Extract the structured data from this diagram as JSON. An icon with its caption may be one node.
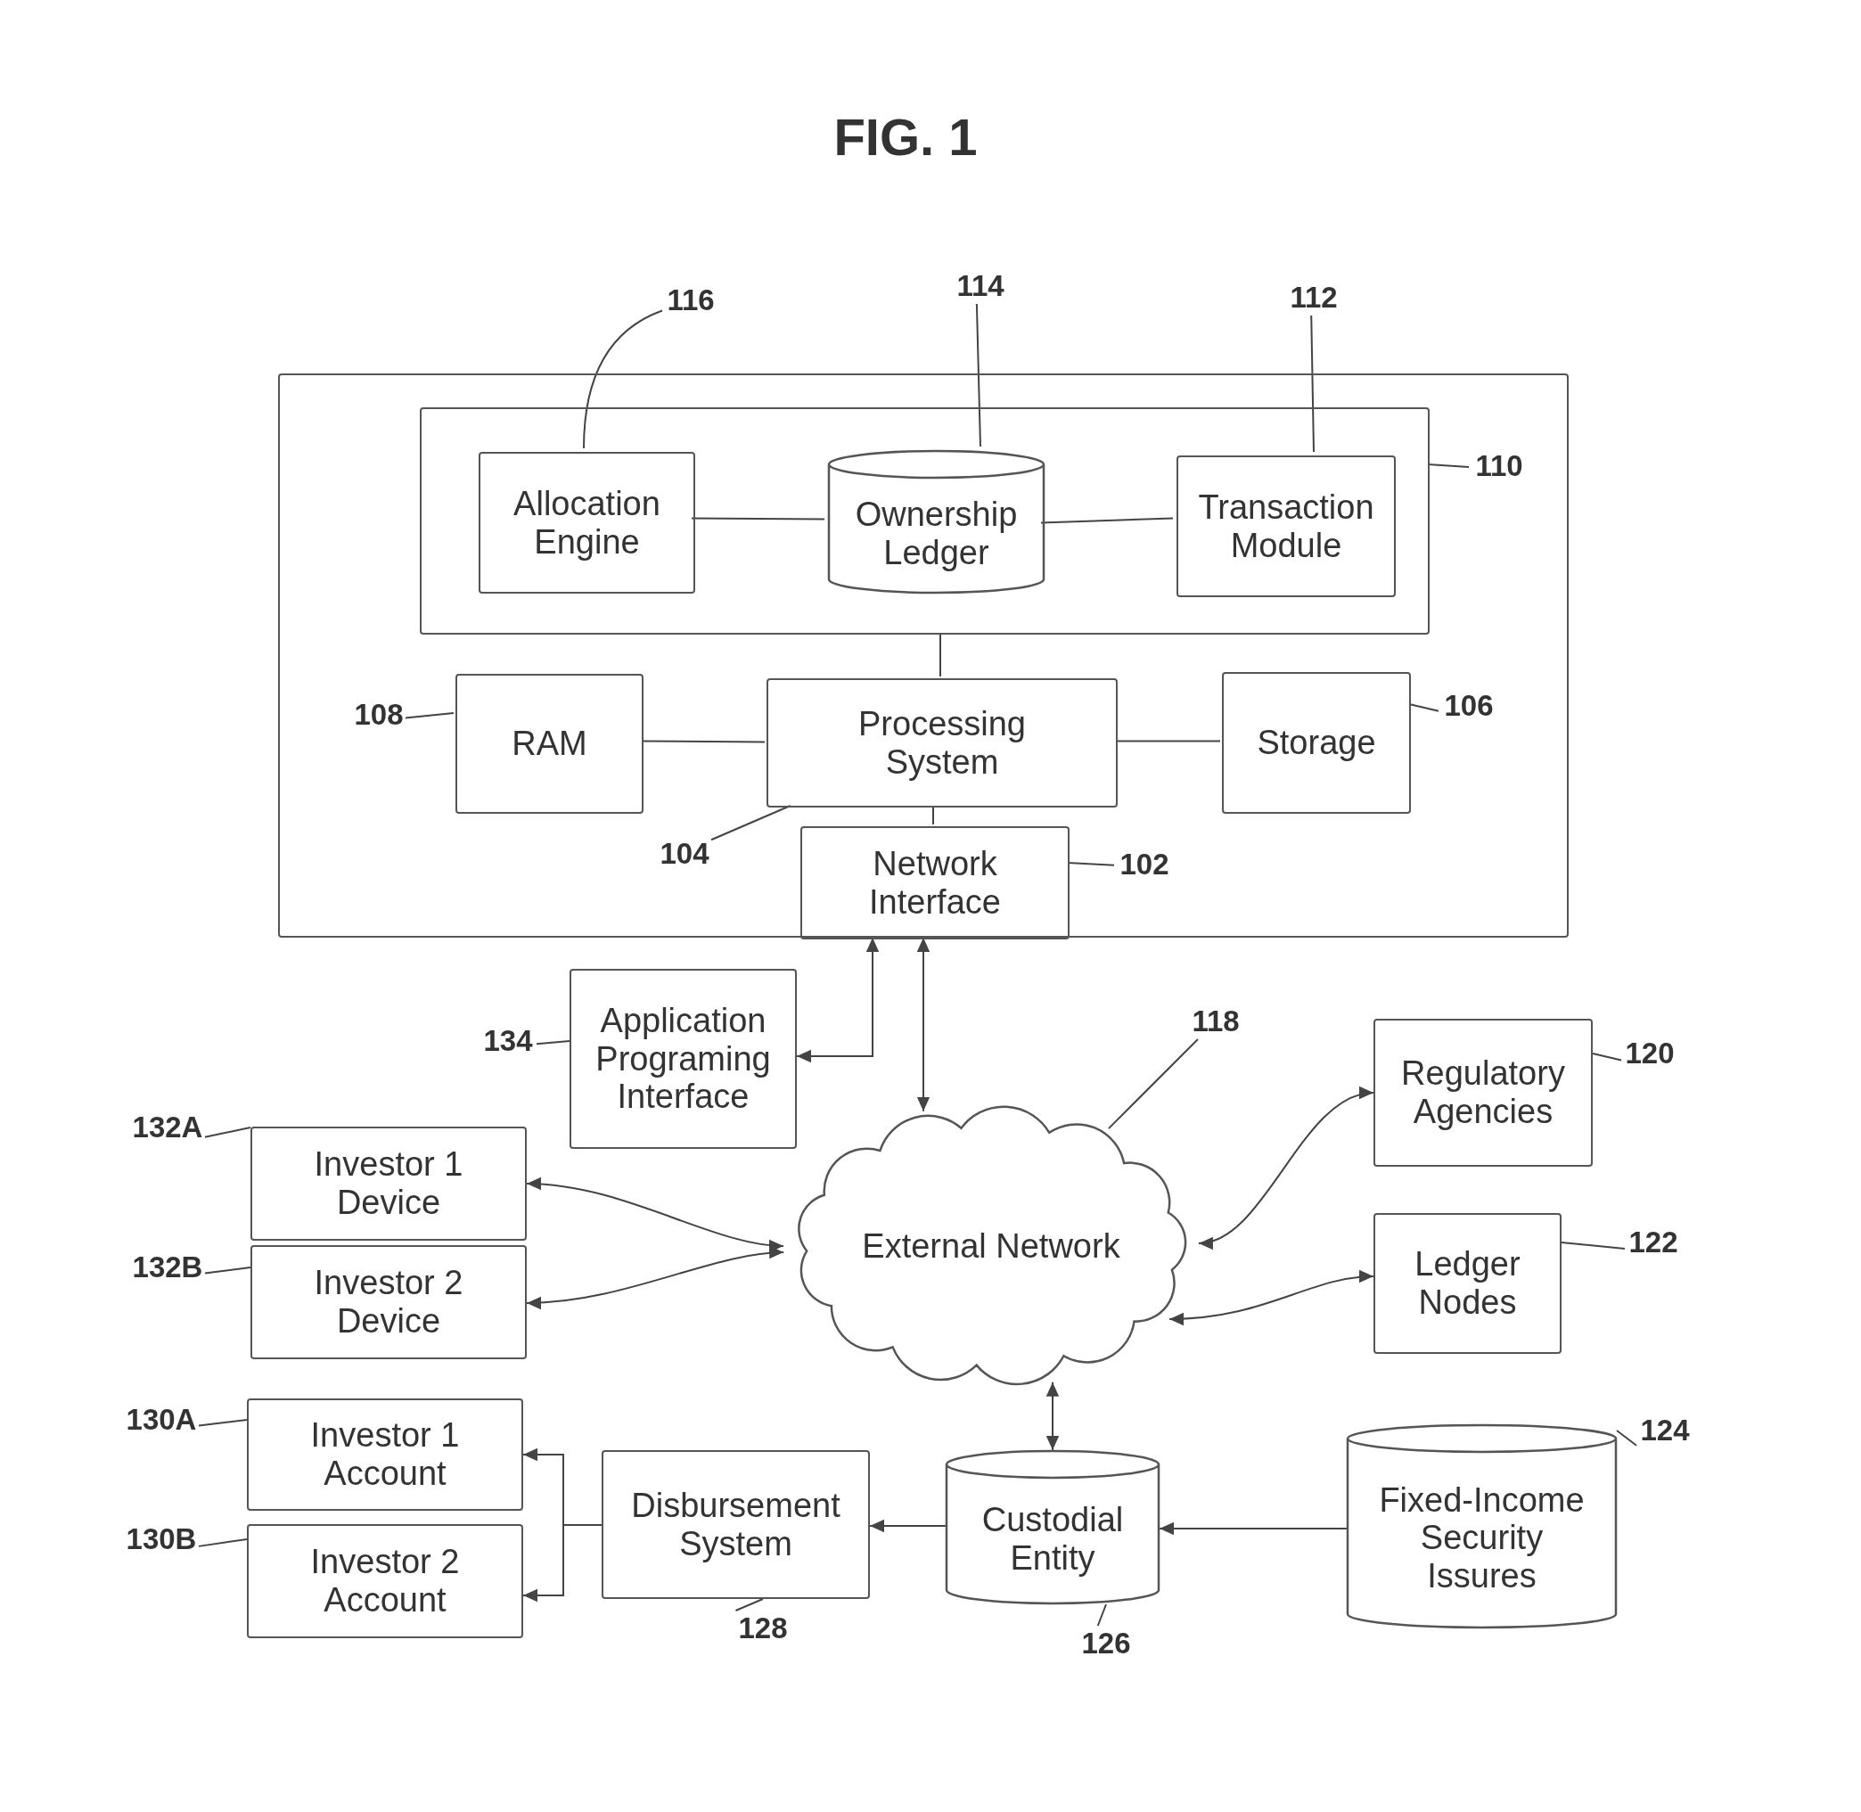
{
  "diagram": {
    "title": "FIG. 1",
    "nodes": [
      {
        "text": [],
        "shape": "box"
      },
      {
        "text": [],
        "shape": "box",
        "in": 0
      },
      {
        "text": [
          "Allocation Engine"
        ],
        "in": 1
      },
      {
        "text": [
          "Ownership Ledger"
        ],
        "in": 1
      },
      {
        "text": [
          "Transaction Module"
        ],
        "in": 1
      },
      {
        "text": [
          "RAM"
        ],
        "in": 0
      },
      {
        "text": [
          "Processing System"
        ],
        "in": 0
      },
      {
        "text": [
          "Storage"
        ],
        "in": 0
      },
      {
        "text": [
          "Network Interface"
        ],
        "in": 0
      },
      {
        "text": [
          "Application Programing Interface"
        ]
      },
      {
        "text": [
          "External Network"
        ]
      },
      {
        "text": [
          "Regulatory Agencies"
        ]
      },
      {
        "text": [
          "Ledger Nodes"
        ]
      },
      {
        "text": [
          "Investor 1 Device"
        ]
      },
      {
        "text": [
          "Investor 2 Device"
        ]
      },
      {
        "text": [
          "Investor 1 Account"
        ]
      },
      {
        "text": [
          "Investor 2 Account"
        ]
      },
      {
        "text": [
          "Disbursement System"
        ]
      },
      {
        "text": [
          "Custodial Entity"
        ]
      },
      {
        "text": [
          "Fixed-Income Security Issures"
        ]
      },
      {
        "text": [
          "116"
        ]
      },
      {
        "text": [
          "114"
        ]
      },
      {
        "text": [
          "112"
        ]
      },
      {
        "text": [
          "110"
        ],
        "in": 0
      },
      {
        "text": [
          "108"
        ],
        "in": 0
      },
      {
        "text": [
          "106"
        ],
        "in": 0
      },
      {
        "text": [
          "104"
        ],
        "in": 0
      },
      {
        "text": [
          "102"
        ],
        "in": 0
      },
      {
        "text": [
          "134"
        ]
      },
      {
        "text": [
          "118"
        ]
      },
      {
        "text": [
          "120"
        ]
      },
      {
        "text": [
          "122"
        ]
      },
      {
        "text": [
          "132A"
        ]
      },
      {
        "text": [
          "132B"
        ]
      },
      {
        "text": [
          "130A"
        ]
      },
      {
        "text": [
          "130B"
        ]
      },
      {
        "text": [
          "124"
        ]
      },
      {
        "text": [
          "128"
        ]
      },
      {
        "text": [
          "126"
        ]
      }
    ],
    "edges": [
      {
        "from": 2,
        "to": 3,
        "arrow": "none"
      },
      {
        "from": 3,
        "to": 4,
        "arrow": "none"
      },
      {
        "from": 1,
        "to": 6,
        "arrow": "none"
      },
      {
        "from": 5,
        "to": 6,
        "arrow": "none"
      },
      {
        "from": 6,
        "to": 7,
        "arrow": "none"
      },
      {
        "from": 6,
        "to": 8,
        "arrow": "none"
      },
      {
        "from": 9,
        "to": 8,
        "arrow": "both"
      },
      {
        "from": 8,
        "to": 10,
        "arrow": "both"
      },
      {
        "from": 10,
        "to": 13,
        "arrow": "both"
      },
      {
        "from": 10,
        "to": 14,
        "arrow": "both"
      },
      {
        "from": 10,
        "to": 11,
        "arrow": "both"
      },
      {
        "from": 10,
        "to": 12,
        "arrow": "both"
      },
      {
        "from": 10,
        "to": 18,
        "arrow": "both"
      },
      {
        "from": 19,
        "to": 18,
        "arrow": "to"
      },
      {
        "from": 18,
        "to": 17,
        "arrow": "to"
      },
      {
        "from": 17,
        "to": 15,
        "arrow": "to"
      },
      {
        "from": 17,
        "to": 16,
        "arrow": "to"
      },
      {
        "from": 20,
        "to": 2,
        "arrow": "none"
      },
      {
        "from": 21,
        "to": 3,
        "arrow": "none"
      },
      {
        "from": 22,
        "to": 4,
        "arrow": "none"
      },
      {
        "from": 23,
        "to": 1,
        "arrow": "none"
      },
      {
        "from": 24,
        "to": 5,
        "arrow": "none"
      },
      {
        "from": 25,
        "to": 7,
        "arrow": "none"
      },
      {
        "from": 26,
        "to": 6,
        "arrow": "none"
      },
      {
        "from": 27,
        "to": 8,
        "arrow": "none"
      },
      {
        "from": 28,
        "to": 9,
        "arrow": "none"
      },
      {
        "from": 29,
        "to": 10,
        "arrow": "none"
      },
      {
        "from": 30,
        "to": 11,
        "arrow": "none"
      },
      {
        "from": 31,
        "to": 12,
        "arrow": "none"
      },
      {
        "from": 32,
        "to": 13,
        "arrow": "none"
      },
      {
        "from": 33,
        "to": 14,
        "arrow": "none"
      },
      {
        "from": 34,
        "to": 15,
        "arrow": "none"
      },
      {
        "from": 35,
        "to": 16,
        "arrow": "none"
      },
      {
        "from": 36,
        "to": 19,
        "arrow": "none"
      },
      {
        "from": 37,
        "to": 17,
        "arrow": "none"
      },
      {
        "from": 38,
        "to": 18,
        "arrow": "none"
      }
    ]
  }
}
